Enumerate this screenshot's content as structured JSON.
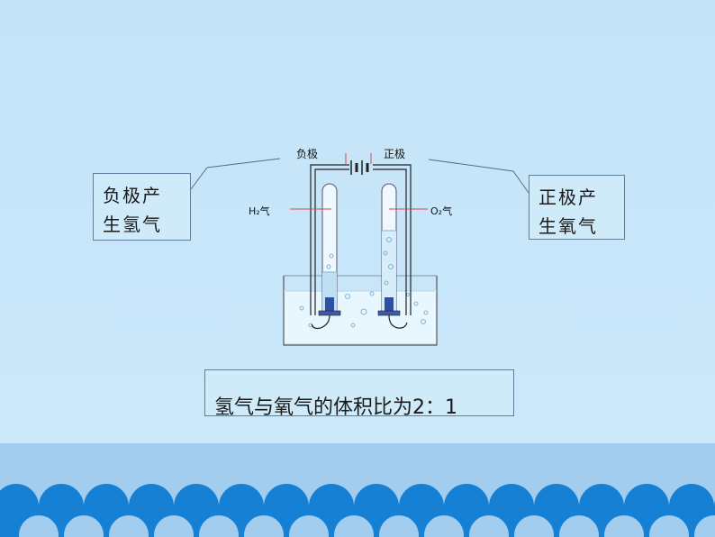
{
  "labels": {
    "negative_terminal": "负极",
    "positive_terminal": "正极",
    "h2_gas": "H₂气",
    "o2_gas": "O₂气"
  },
  "callouts": {
    "left_line1": "负极产",
    "left_line2": "生氢气",
    "right_line1": "正极产",
    "right_line2": "生氧气"
  },
  "conclusion": "氢气与氧气的体积比为2：1",
  "colors": {
    "background": "#c3e3f8",
    "bottom_band": "#a3cdef",
    "waves": "#1580d4",
    "box_border": "#5c7f9f"
  }
}
